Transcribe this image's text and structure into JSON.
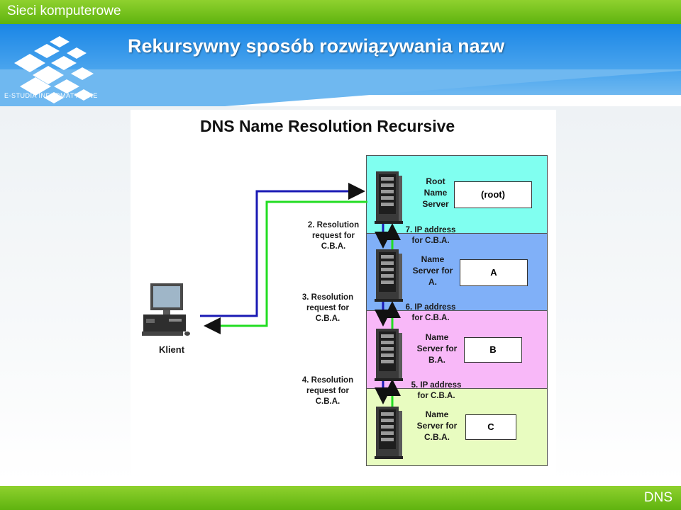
{
  "header": {
    "course": "Sieci komputerowe",
    "logo_caption": "E-STUDIA INFORMATYCZNE",
    "title": "Rekursywny sposób rozwiązywania nazw"
  },
  "footer": {
    "section": "DNS"
  },
  "diagram": {
    "title": "DNS Name Resolution Recursive",
    "client_label": "Klient",
    "zones": [
      {
        "server_label": [
          "Root",
          "Name",
          "Server"
        ],
        "box": "(root)",
        "color": "#80fff0"
      },
      {
        "server_label": [
          "Name",
          "Server for",
          "A."
        ],
        "box": "A",
        "color": "#80b0f8"
      },
      {
        "server_label": [
          "Name",
          "Server for",
          "B.A."
        ],
        "box": "B",
        "color": "#f8b8f8"
      },
      {
        "server_label": [
          "Name",
          "Server for",
          "C.B.A."
        ],
        "box": "C",
        "color": "#e8fcc0"
      }
    ],
    "requests": [
      [
        "2. Resolution",
        "request for",
        "C.B.A."
      ],
      [
        "3. Resolution",
        "request for",
        "C.B.A."
      ],
      [
        "4. Resolution",
        "request for",
        "C.B.A."
      ]
    ],
    "responses": [
      [
        "7. IP address",
        "for C.B.A."
      ],
      [
        "6. IP address",
        "for C.B.A."
      ],
      [
        "5. IP address",
        "for C.B.A."
      ]
    ],
    "colors": {
      "request": "#1a1ab4",
      "response": "#22dd22"
    }
  }
}
